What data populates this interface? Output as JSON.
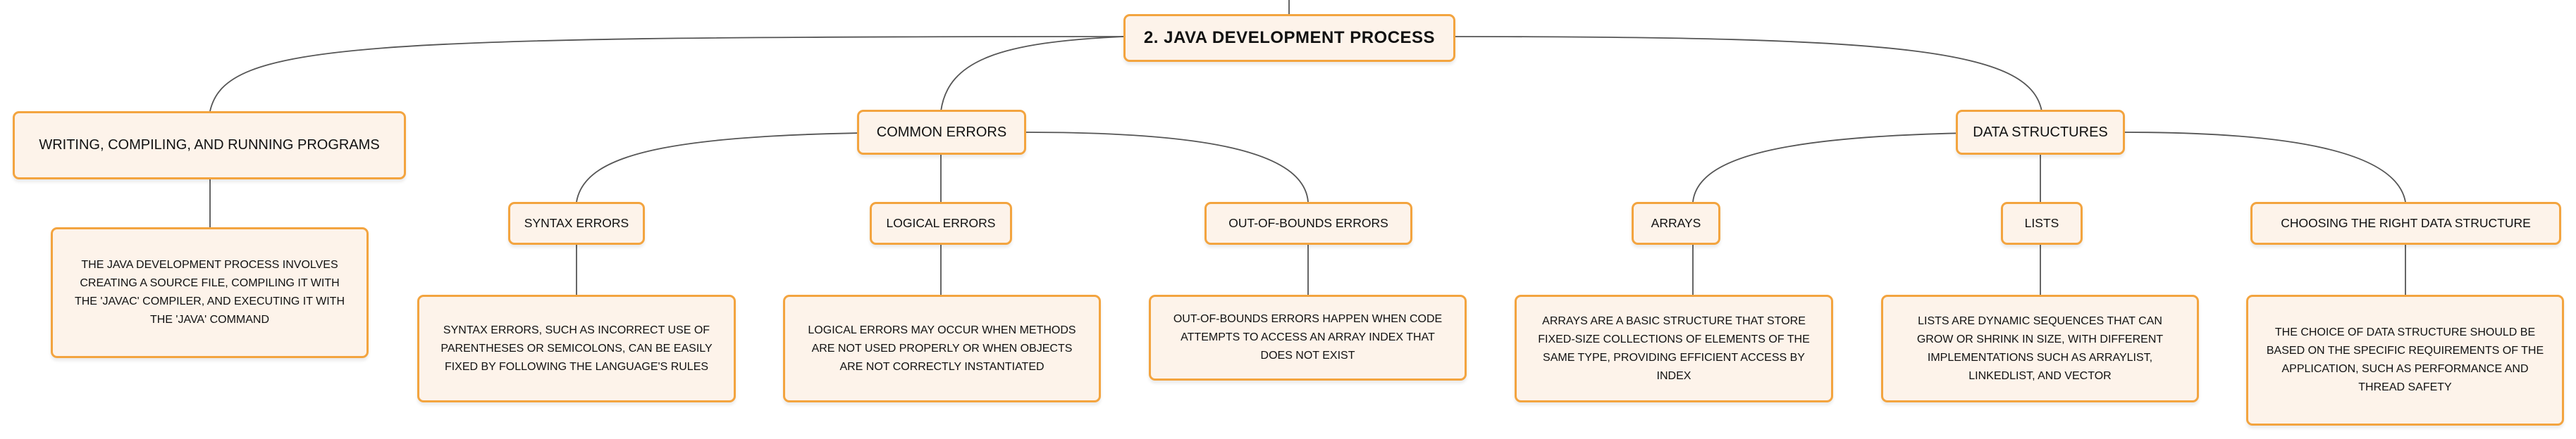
{
  "diagram": {
    "root": {
      "label": "2. JAVA DEVELOPMENT PROCESS"
    },
    "branches": [
      {
        "label": "WRITING, COMPILING, AND RUNNING PROGRAMS",
        "description": "THE JAVA DEVELOPMENT PROCESS INVOLVES CREATING A SOURCE FILE, COMPILING IT WITH THE 'JAVAC' COMPILER, AND EXECUTING IT WITH THE 'JAVA' COMMAND"
      },
      {
        "label": "COMMON ERRORS",
        "children": [
          {
            "label": "SYNTAX ERRORS",
            "description": "SYNTAX ERRORS, SUCH AS INCORRECT USE OF PARENTHESES OR SEMICOLONS, CAN BE EASILY FIXED BY FOLLOWING THE LANGUAGE'S RULES"
          },
          {
            "label": "LOGICAL ERRORS",
            "description": "LOGICAL ERRORS MAY OCCUR WHEN METHODS ARE NOT USED PROPERLY OR WHEN OBJECTS ARE NOT CORRECTLY INSTANTIATED"
          },
          {
            "label": "OUT-OF-BOUNDS ERRORS",
            "description": "OUT-OF-BOUNDS ERRORS HAPPEN WHEN CODE ATTEMPTS TO ACCESS AN ARRAY INDEX THAT DOES NOT EXIST"
          }
        ]
      },
      {
        "label": "DATA STRUCTURES",
        "children": [
          {
            "label": "ARRAYS",
            "description": "ARRAYS ARE A BASIC STRUCTURE THAT STORE FIXED-SIZE COLLECTIONS OF ELEMENTS OF THE SAME TYPE, PROVIDING EFFICIENT ACCESS BY INDEX"
          },
          {
            "label": "LISTS",
            "description": "LISTS ARE DYNAMIC SEQUENCES THAT CAN GROW OR SHRINK IN SIZE, WITH DIFFERENT IMPLEMENTATIONS SUCH AS ARRAYLIST, LINKEDLIST, AND VECTOR"
          },
          {
            "label": "CHOOSING THE RIGHT DATA STRUCTURE",
            "description": "THE CHOICE OF DATA STRUCTURE SHOULD BE BASED ON THE SPECIFIC REQUIREMENTS OF THE APPLICATION, SUCH AS PERFORMANCE AND THREAD SAFETY"
          }
        ]
      }
    ],
    "colors": {
      "node_fill": "#fdf3ea",
      "node_border": "#f3a43f",
      "connector": "#555555",
      "text": "#111111"
    }
  }
}
